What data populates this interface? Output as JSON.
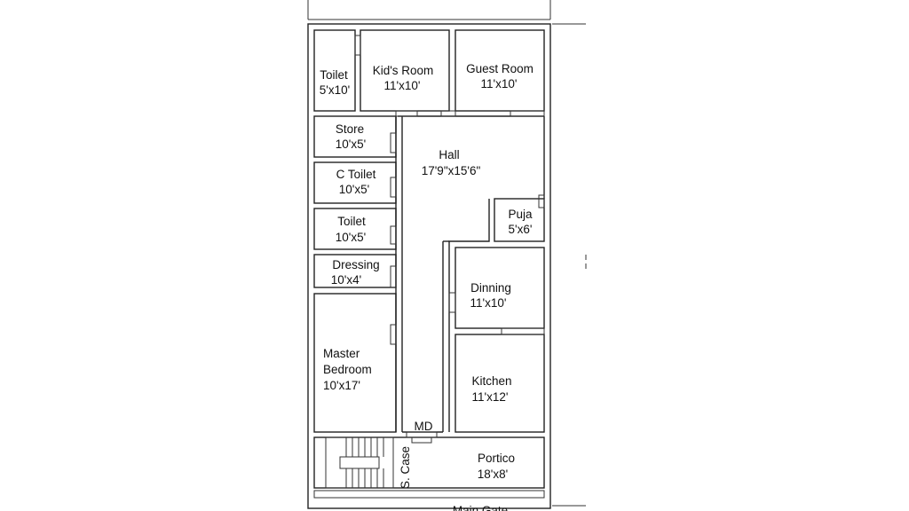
{
  "rooms": {
    "toilet_top": {
      "name": "Toilet",
      "size": "5'x10'"
    },
    "kids_room": {
      "name": "Kid's Room",
      "size": "11'x10'"
    },
    "guest_room": {
      "name": "Guest Room",
      "size": "11'x10'"
    },
    "store": {
      "name": "Store",
      "size": "10'x5'"
    },
    "hall": {
      "name": "Hall",
      "size": "17'9\"x15'6\""
    },
    "c_toilet": {
      "name": "C Toilet",
      "size": "10'x5'"
    },
    "puja": {
      "name": "Puja",
      "size": "5'x6'"
    },
    "toilet_mid": {
      "name": "Toilet",
      "size": "10'x5'"
    },
    "dressing": {
      "name": "Dressing",
      "size": "10'x4'"
    },
    "dinning": {
      "name": "Dinning",
      "size": "11'x10'"
    },
    "master_bedroom": {
      "name_line1": "Master",
      "name_line2": "Bedroom",
      "size": "10'x17'"
    },
    "kitchen": {
      "name": "Kitchen",
      "size": "11'x12'"
    },
    "portico": {
      "name": "Portico",
      "size": "18'x8'"
    }
  },
  "labels": {
    "main_door": "MD",
    "staircase": "S. Case",
    "main_gate": "Main Gate"
  }
}
